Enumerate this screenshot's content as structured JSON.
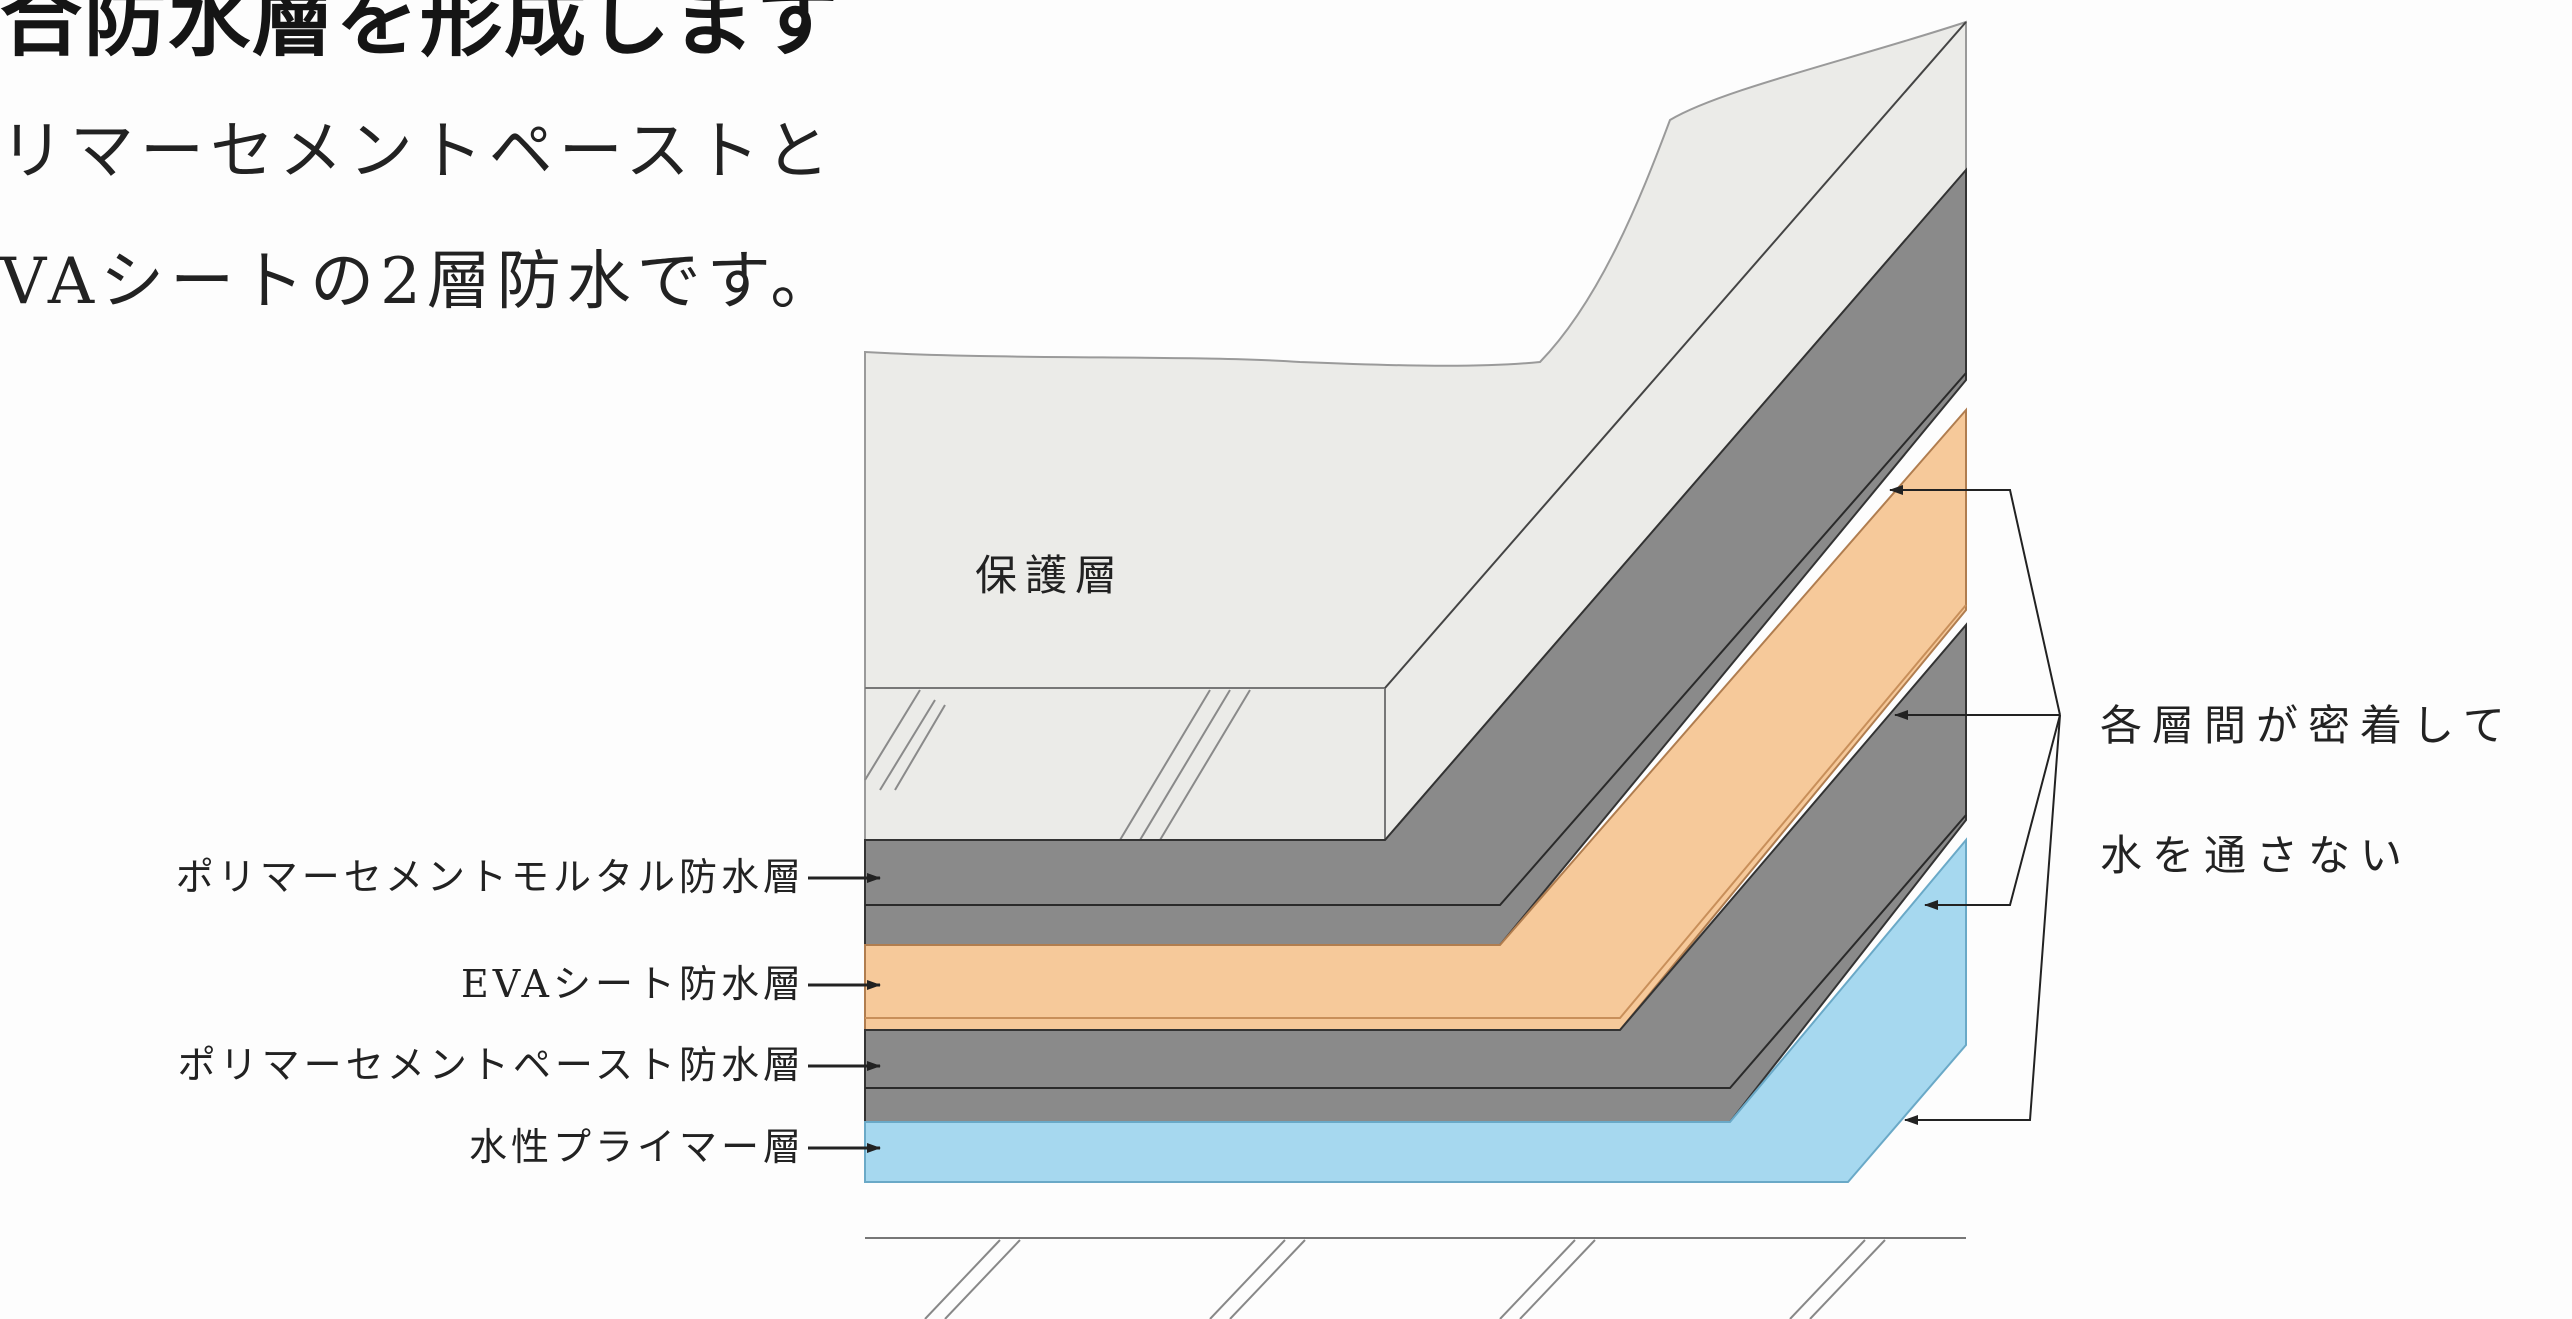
{
  "heading": "合防水層を形成します",
  "intro": {
    "line1": "リマーセメントペーストと",
    "line2": "VAシートの2層防水です。"
  },
  "protection_label": "保護層",
  "layers": [
    {
      "id": "mortar",
      "label": "ポリマーセメントモルタル防水層",
      "color": "#8a8a8a"
    },
    {
      "id": "eva",
      "label": "EVAシート防水層",
      "color": "#f6c99a"
    },
    {
      "id": "paste",
      "label": "ポリマーセメントペースト防水層",
      "color": "#8a8a8a"
    },
    {
      "id": "primer",
      "label": "水性プライマー層",
      "color": "#a6d8ef"
    }
  ],
  "protection_color": "#ebebe8",
  "annotation": {
    "line1": "各層間が密着して",
    "line2": "水を通さない"
  }
}
